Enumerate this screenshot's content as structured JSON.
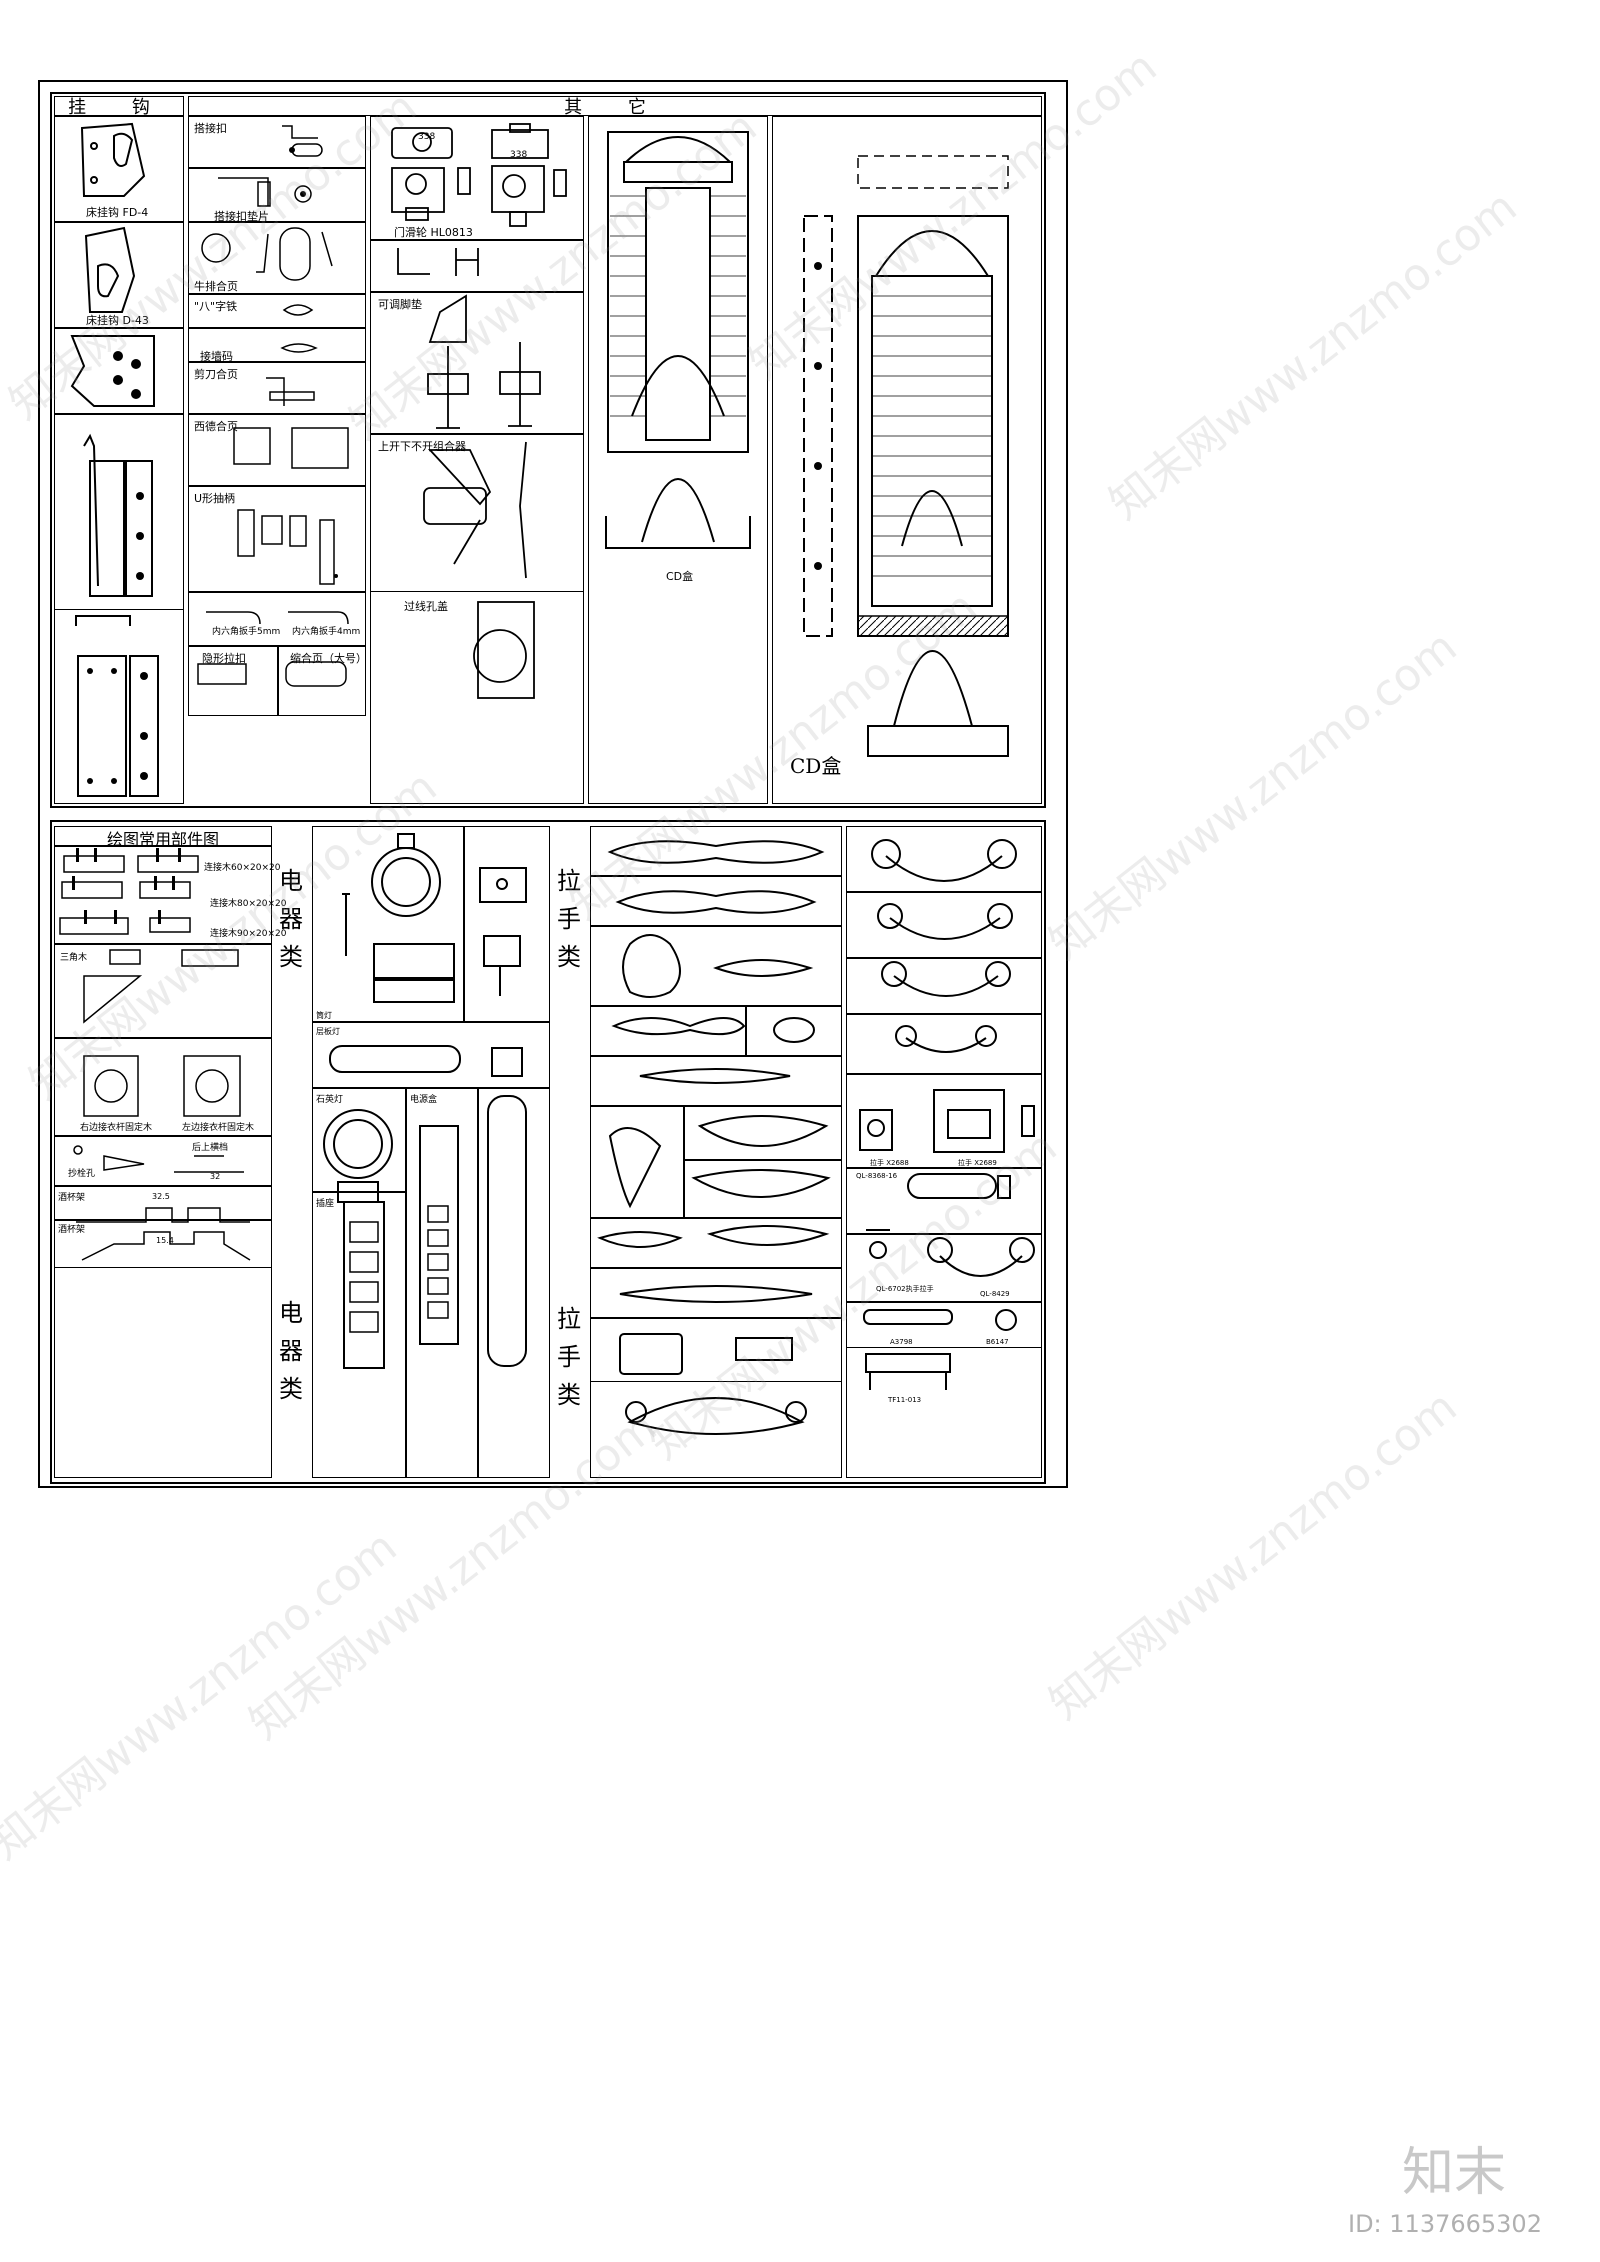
{
  "top": {
    "hook_header": "挂 钩",
    "other_header": "其 它",
    "hooks": [
      "床挂钩 FD-4",
      "床挂钩 D-43"
    ],
    "col2_labels": [
      "搭接扣",
      "搭接扣垫片",
      "牛排合页",
      "\"八\"字铁",
      "接墙码",
      "剪刀合页",
      "西德合页",
      "U形抽柄",
      "内六角扳手5mm",
      "内六角扳手4mm",
      "隐形拉扣",
      "缩合页（大号）"
    ],
    "col3_labels": [
      "门滑轮 HL0813",
      "可调脚垫",
      "上开下不开组合器",
      "过线孔盖"
    ],
    "wheel_number": "338",
    "cd_label_small": "CD盒",
    "cd_label_large": "CD盒"
  },
  "bottom": {
    "parts_header": "绘图常用部件图",
    "parts_labels": [
      "连接木60×20×20",
      "连接木80×20×20",
      "连接木90×20×20",
      "三角木",
      "右边接衣杆固定木",
      "左边接衣杆固定木",
      "抄栓孔",
      "后上横档",
      "酒杯架",
      "酒杯架"
    ],
    "dim_labels": [
      "32.5",
      "15.4",
      "32"
    ],
    "electric_vertical_1": [
      "电",
      "器",
      "类"
    ],
    "electric_vertical_2": [
      "电",
      "器",
      "类"
    ],
    "handle_vertical_1": [
      "拉",
      "手",
      "类"
    ],
    "handle_vertical_2": [
      "拉",
      "手",
      "类"
    ],
    "electric_labels": [
      "筒灯",
      "层板灯",
      "石英灯",
      "电源盒",
      "插座"
    ],
    "handle_labels": [
      "拉手 X2688",
      "拉手 X2689",
      "QL-8368-16",
      "QL-6702执手拉手",
      "QL-8429",
      "A3798",
      "B6147",
      "TF11-013"
    ]
  },
  "footer": {
    "brand": "知末",
    "id_text": "ID: 1137665302",
    "watermark": "知末网www.znzmo.com"
  },
  "colors": {
    "line": "#000000",
    "background": "#ffffff",
    "watermark": "#969696"
  }
}
